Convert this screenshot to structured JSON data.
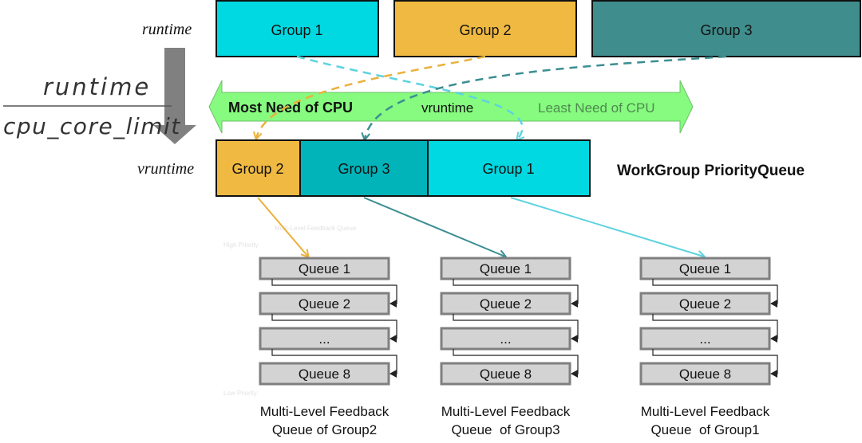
{
  "labels": {
    "runtime": "runtime",
    "vruntime_side": "vruntime",
    "formula_numerator": "runtime",
    "formula_denominator": "cpu_core_limit",
    "queue_title": "WorkGroup PriorityQueue",
    "faint_title": "Multi-Level Feedback Queue",
    "faint_high": "High Priority",
    "faint_low": "Low Priority"
  },
  "top_groups": [
    {
      "label": "Group 1",
      "color": "#00d9e1"
    },
    {
      "label": "Group 2",
      "color": "#f0b941"
    },
    {
      "label": "Group 3",
      "color": "#3f8d8c"
    }
  ],
  "priority_arrow": {
    "most": "Most Need of CPU",
    "middle": "vruntime",
    "least": "Least Need of CPU",
    "color": "#86fb7f"
  },
  "queue_groups": [
    {
      "label": "Group 2",
      "color": "#f0b941"
    },
    {
      "label": "Group 3",
      "color": "#00b4b9"
    },
    {
      "label": "Group 1",
      "color": "#00d9e1"
    }
  ],
  "mlfq": [
    {
      "queues": [
        "Queue 1",
        "Queue 2",
        "...",
        "Queue 8"
      ],
      "caption_line1": "Multi-Level Feedback",
      "caption_line2": "Queue of Group2"
    },
    {
      "queues": [
        "Queue 1",
        "Queue 2",
        "...",
        "Queue 8"
      ],
      "caption_line1": "Multi-Level Feedback",
      "caption_line2": "Queue  of Group3"
    },
    {
      "queues": [
        "Queue 1",
        "Queue 2",
        "...",
        "Queue 8"
      ],
      "caption_line1": "Multi-Level Feedback",
      "caption_line2": "Queue  of Group1"
    }
  ],
  "colors": {
    "group1": "#00d9e1",
    "group2": "#f0b941",
    "group3": "#3f8d8c",
    "group3_queue": "#00b4b9",
    "flow_down": "#808080",
    "queue_fill": "#d3d3d3",
    "queue_border": "#7f7f7f",
    "arrow_teal": "#3b8e91",
    "arrow_cyan": "#5ed3df",
    "arrow_orange": "#eab13c"
  }
}
